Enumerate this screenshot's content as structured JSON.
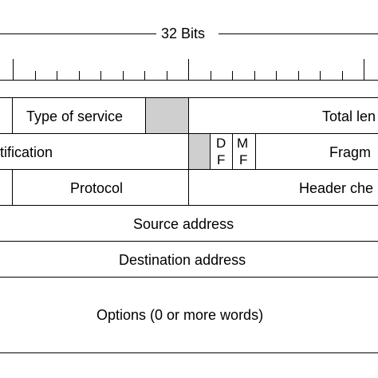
{
  "header": {
    "width_label": "32 Bits"
  },
  "fields": {
    "type_of_service": "Type of service",
    "total_length": "Total len",
    "identification": "tification",
    "df_top": "D",
    "df_bottom": "F",
    "mf_top": "M",
    "mf_bottom": "F",
    "fragment_offset": "Fragm",
    "protocol": "Protocol",
    "header_checksum": "Header che",
    "source_address": "Source address",
    "destination_address": "Destination address",
    "options": "Options (0 or more words)"
  },
  "colors": {
    "unused_bit_fill": "#cfcfcf",
    "line": "#000000"
  }
}
